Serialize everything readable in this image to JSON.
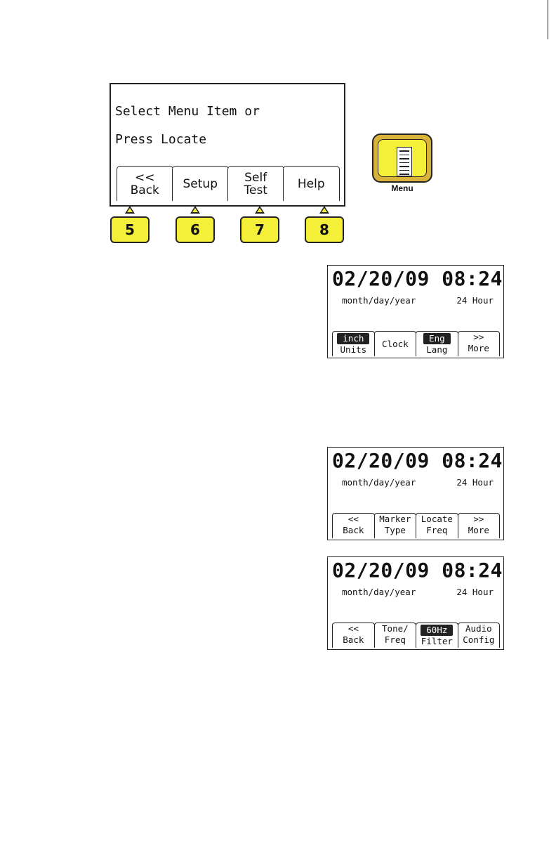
{
  "main_screen": {
    "line1": "Select Menu Item or",
    "line2": "Press Locate",
    "softkeys": [
      {
        "top": "<<",
        "bottom": "Back"
      },
      {
        "top": "Setup",
        "bottom": ""
      },
      {
        "top": "Self",
        "bottom": "Test"
      },
      {
        "top": "Help",
        "bottom": ""
      }
    ]
  },
  "buttons": [
    "5",
    "6",
    "7",
    "8"
  ],
  "menu_button": {
    "label": "Menu",
    "icon": "menu-document-icon"
  },
  "screens": [
    {
      "datetime": "02/20/09 08:24",
      "date_format": "month/day/year",
      "time_format": "24 Hour",
      "softkeys": [
        {
          "top": "inch",
          "bottom": "Units",
          "highlight": true
        },
        {
          "top": "Clock",
          "bottom": "",
          "center": true
        },
        {
          "top": "Eng",
          "bottom": "Lang",
          "highlight": true
        },
        {
          "top": ">>",
          "bottom": "More"
        }
      ]
    },
    {
      "datetime": "02/20/09 08:24",
      "date_format": "month/day/year",
      "time_format": "24 Hour",
      "softkeys": [
        {
          "top": "<<",
          "bottom": "Back"
        },
        {
          "top": "Marker",
          "bottom": "Type"
        },
        {
          "top": "Locate",
          "bottom": "Freq"
        },
        {
          "top": ">>",
          "bottom": "More"
        }
      ]
    },
    {
      "datetime": "02/20/09 08:24",
      "date_format": "month/day/year",
      "time_format": "24 Hour",
      "softkeys": [
        {
          "top": "<<",
          "bottom": "Back"
        },
        {
          "top": "Tone/",
          "bottom": "Freq"
        },
        {
          "top": "60Hz",
          "bottom": "Filter",
          "highlight": true
        },
        {
          "top": "Audio",
          "bottom": "Config"
        }
      ]
    }
  ],
  "colors": {
    "button_yellow": "#f4ef38",
    "menu_gold": "#d8b23a",
    "ink": "#222222"
  }
}
